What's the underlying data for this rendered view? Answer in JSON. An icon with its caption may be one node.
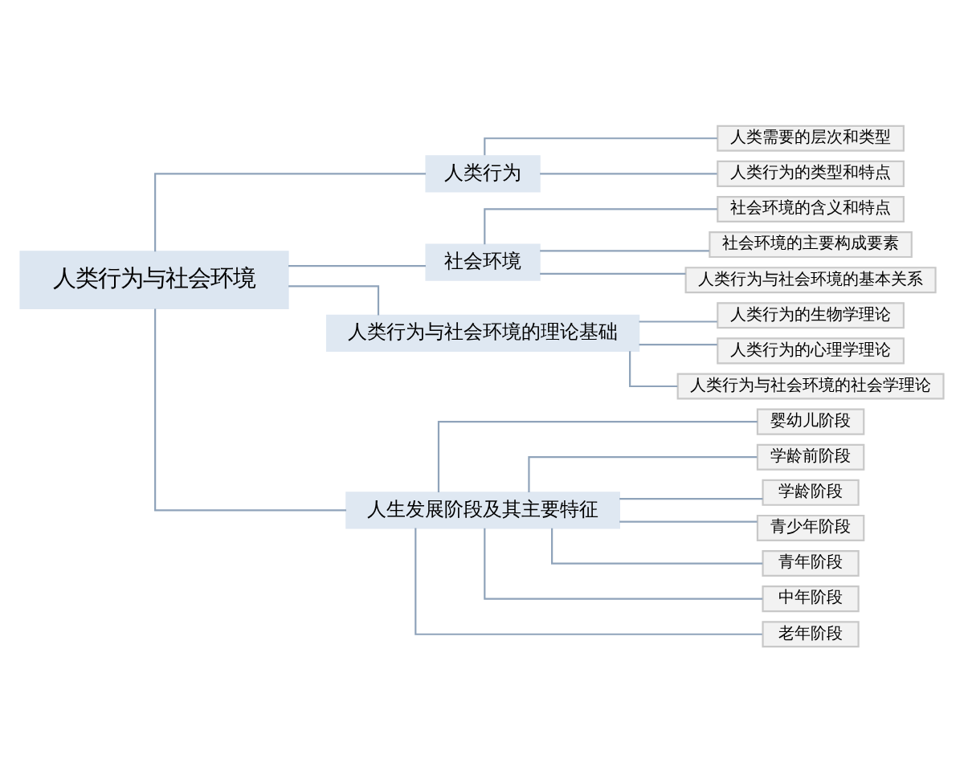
{
  "diagram": {
    "nodes": [
      {
        "text": [
          "人类行为与社会环境"
        ]
      },
      {
        "text": [
          "人类行为"
        ]
      },
      {
        "text": [
          "人类需要的层次和类型"
        ]
      },
      {
        "text": [
          "人类行为的类型和特点"
        ]
      },
      {
        "text": [
          "社会环境"
        ]
      },
      {
        "text": [
          "社会环境的含义和特点"
        ]
      },
      {
        "text": [
          "社会环境的主要构成要素"
        ]
      },
      {
        "text": [
          "人类行为与社会环境的基本关系"
        ]
      },
      {
        "text": [
          "人类行为与社会环境的理论基础"
        ]
      },
      {
        "text": [
          "人类行为的生物学理论"
        ]
      },
      {
        "text": [
          "人类行为的心理学理论"
        ]
      },
      {
        "text": [
          "人类行为与社会环境的社会学理论"
        ]
      },
      {
        "text": [
          "人生发展阶段及其主要特征"
        ]
      },
      {
        "text": [
          "婴幼儿阶段"
        ]
      },
      {
        "text": [
          "学龄前阶段"
        ]
      },
      {
        "text": [
          "学龄阶段"
        ]
      },
      {
        "text": [
          "青少年阶段"
        ]
      },
      {
        "text": [
          "青年阶段"
        ]
      },
      {
        "text": [
          "中年阶段"
        ]
      },
      {
        "text": [
          "老年阶段"
        ]
      }
    ],
    "edges": [
      {
        "from": 0,
        "to": 1,
        "arrow": "none"
      },
      {
        "from": 1,
        "to": 2,
        "arrow": "none"
      },
      {
        "from": 1,
        "to": 3,
        "arrow": "none"
      },
      {
        "from": 0,
        "to": 4,
        "arrow": "none"
      },
      {
        "from": 4,
        "to": 5,
        "arrow": "none"
      },
      {
        "from": 4,
        "to": 6,
        "arrow": "none"
      },
      {
        "from": 4,
        "to": 7,
        "arrow": "none"
      },
      {
        "from": 0,
        "to": 8,
        "arrow": "none"
      },
      {
        "from": 8,
        "to": 9,
        "arrow": "none"
      },
      {
        "from": 8,
        "to": 10,
        "arrow": "none"
      },
      {
        "from": 8,
        "to": 11,
        "arrow": "none"
      },
      {
        "from": 0,
        "to": 12,
        "arrow": "none"
      },
      {
        "from": 12,
        "to": 13,
        "arrow": "none"
      },
      {
        "from": 12,
        "to": 14,
        "arrow": "none"
      },
      {
        "from": 12,
        "to": 15,
        "arrow": "none"
      },
      {
        "from": 12,
        "to": 16,
        "arrow": "none"
      },
      {
        "from": 12,
        "to": 17,
        "arrow": "none"
      },
      {
        "from": 12,
        "to": 18,
        "arrow": "none"
      },
      {
        "from": 12,
        "to": 19,
        "arrow": "none"
      }
    ]
  }
}
